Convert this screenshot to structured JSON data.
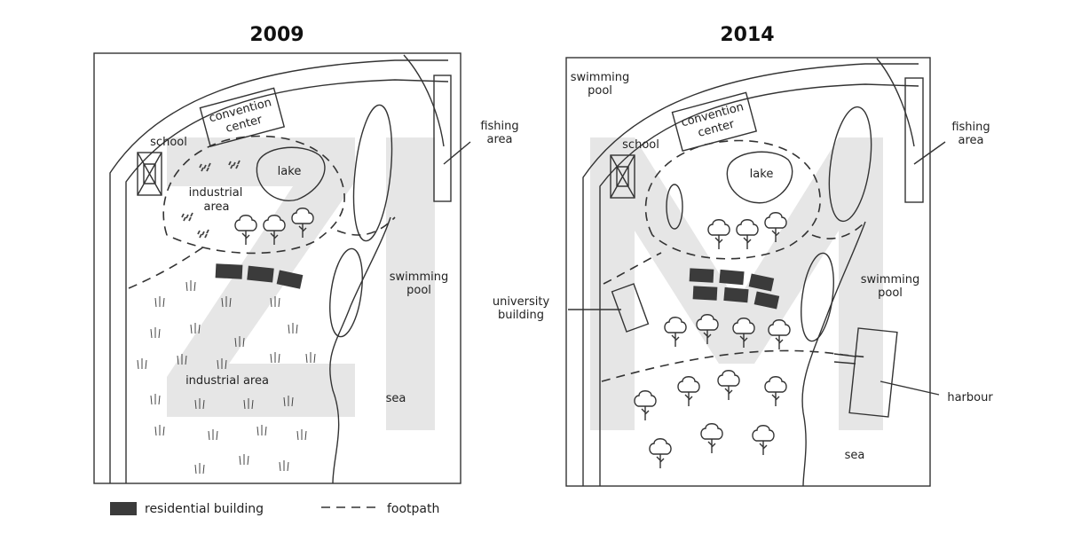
{
  "maps": [
    {
      "year": "2009",
      "labels": {
        "school": "school",
        "convention": [
          "convention",
          "center"
        ],
        "lake": "lake",
        "industrial_upper": [
          "industrial",
          "area"
        ],
        "fishing": [
          "fishing",
          "area"
        ],
        "swimming": [
          "swimming",
          "pool"
        ],
        "industrial_lower": "industrial area",
        "sea": "sea"
      }
    },
    {
      "year": "2014",
      "labels": {
        "swimming_top": [
          "swimming",
          "pool"
        ],
        "school": "school",
        "convention": [
          "convention",
          "center"
        ],
        "lake": "lake",
        "fishing": [
          "fishing",
          "area"
        ],
        "swimming": [
          "swimming",
          "pool"
        ],
        "university": [
          "university",
          "building"
        ],
        "harbour": "harbour",
        "sea": "sea"
      }
    }
  ],
  "legend": {
    "residential": "residential building",
    "footpath": "footpath"
  }
}
